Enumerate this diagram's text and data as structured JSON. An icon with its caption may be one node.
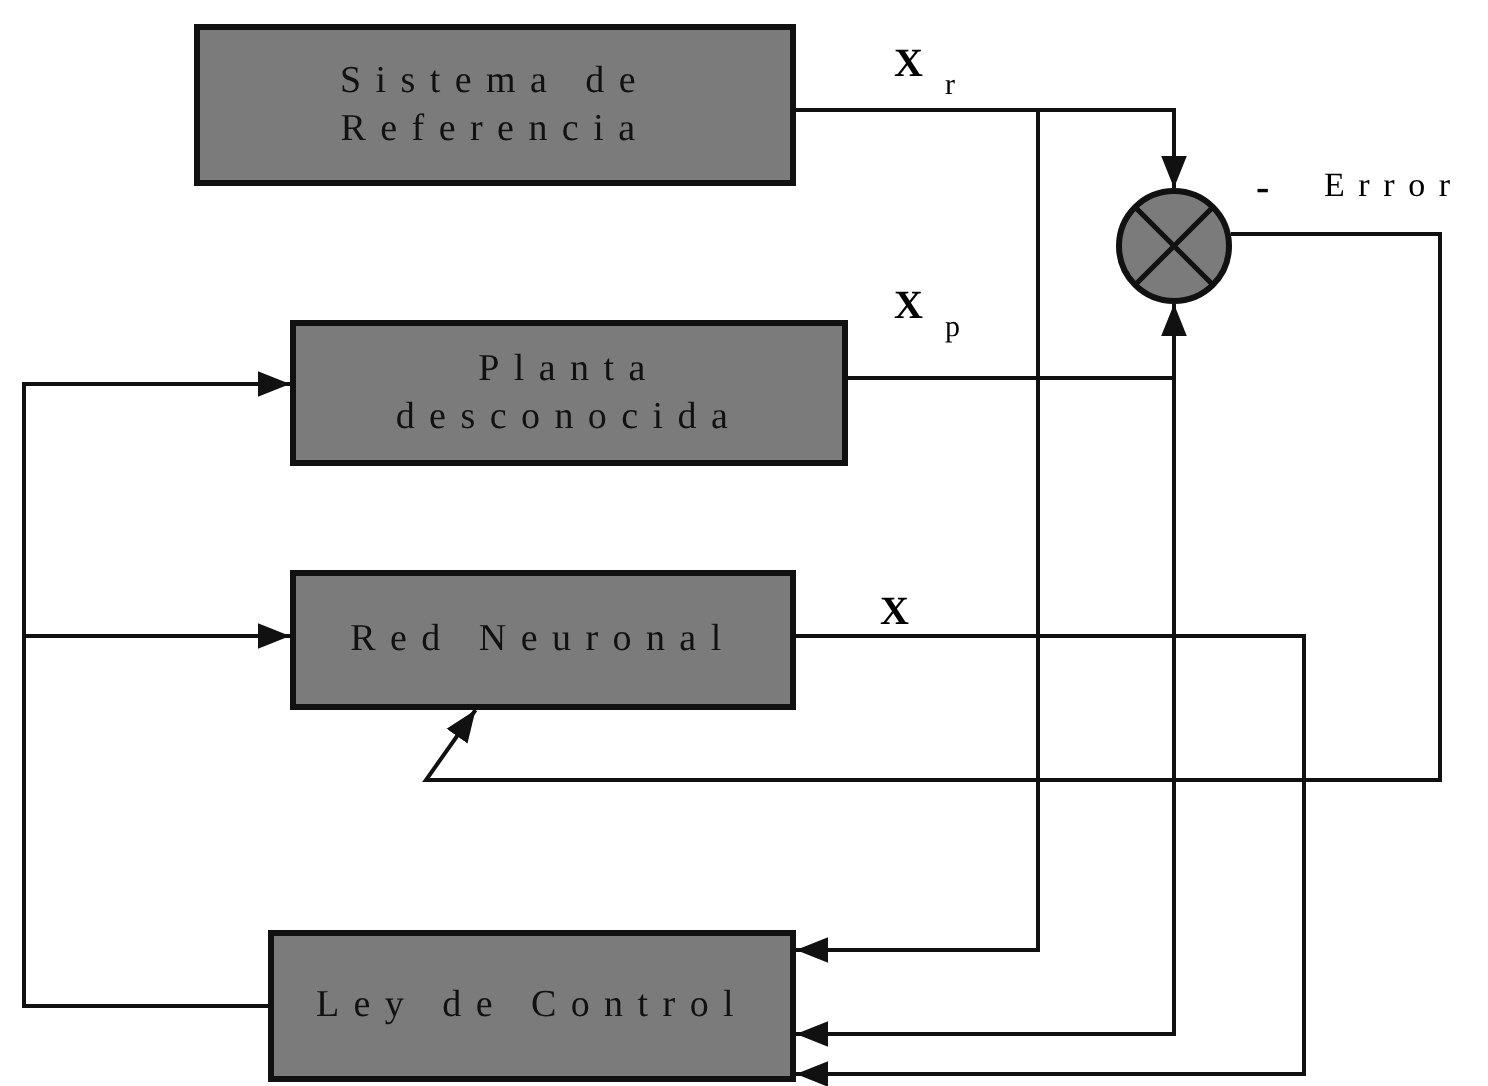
{
  "diagram": {
    "nodes": [
      {
        "text": [
          "Sistema de Referencia"
        ]
      },
      {
        "text": [
          "Planta desconocida"
        ]
      },
      {
        "text": [
          "Red Neuronal"
        ]
      },
      {
        "text": [
          "Ley de Control"
        ]
      },
      {
        "text": [],
        "shape": "circle"
      }
    ],
    "edges": [
      {
        "from": 0,
        "to": 4,
        "arrow": "to",
        "label": "X $_{r}$"
      },
      {
        "from": 0,
        "to": 3,
        "arrow": "to"
      },
      {
        "from": 1,
        "to": 4,
        "arrow": "to",
        "label": "X $_{p}$"
      },
      {
        "from": 1,
        "to": 3,
        "arrow": "to"
      },
      {
        "from": 2,
        "to": 3,
        "arrow": "to",
        "label": "X"
      },
      {
        "from": 4,
        "to": 2,
        "arrow": "to",
        "label": "Error"
      },
      {
        "from": 3,
        "to": 1,
        "arrow": "to"
      },
      {
        "from": 3,
        "to": 2,
        "arrow": "to"
      }
    ],
    "labels": [
      "-"
    ]
  }
}
